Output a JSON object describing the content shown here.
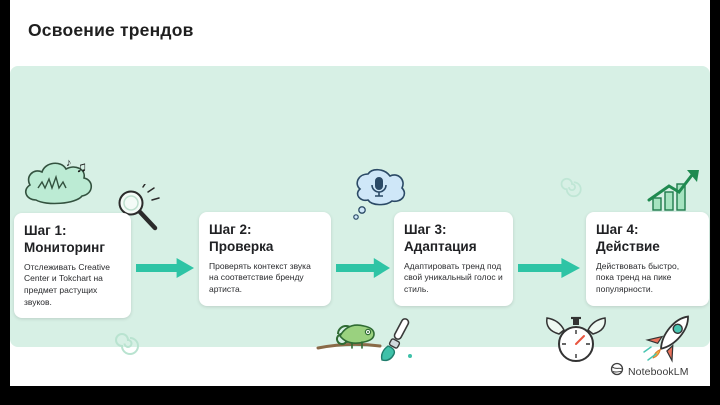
{
  "page": {
    "title": "Освоение трендов"
  },
  "steps": [
    {
      "label": "Шаг 1:",
      "title": "Мониторинг",
      "description": "Отслеживать Creative Center и Tokchart на предмет растущих звуков."
    },
    {
      "label": "Шаг 2:",
      "title": "Проверка",
      "description": "Проверять контекст звука на соответствие бренду артиста."
    },
    {
      "label": "Шаг 3:",
      "title": "Адаптация",
      "description": "Адаптировать тренд под свой уникальный голос и стиль."
    },
    {
      "label": "Шаг 4:",
      "title": "Действие",
      "description": "Действовать быстро, пока тренд на пике популярности."
    }
  ],
  "footer": {
    "brand": "NotebookLM"
  },
  "icons": {
    "music-cloud-icon": "green scribble cloud with music notes ♪♫",
    "magnifier-icon": "hand-drawn magnifying glass with sparkles",
    "thought-bubble-mic-icon": "thought bubble containing a microphone",
    "growth-chart-icon": "rising green arrow over bar chart",
    "chameleon-icon": "green chameleon on a branch",
    "paintbrush-icon": "paintbrush with teal paint tip",
    "stopwatch-icon": "winged stopwatch",
    "rocket-icon": "launching doodle rocket",
    "spiral-doodle-icon": "faint spiral scribble",
    "notebooklm-logo-icon": "scribbled sphere logo"
  },
  "colors": {
    "background": "#000000",
    "slide": "#ffffff",
    "panel": "#d7f0e5",
    "arrow": "#2ec4a5",
    "card": "#ffffff",
    "heading_text": "#202124",
    "body_text": "#2a2b2e",
    "footer_text": "#3a3a3a",
    "accent_green": "#34a853"
  }
}
